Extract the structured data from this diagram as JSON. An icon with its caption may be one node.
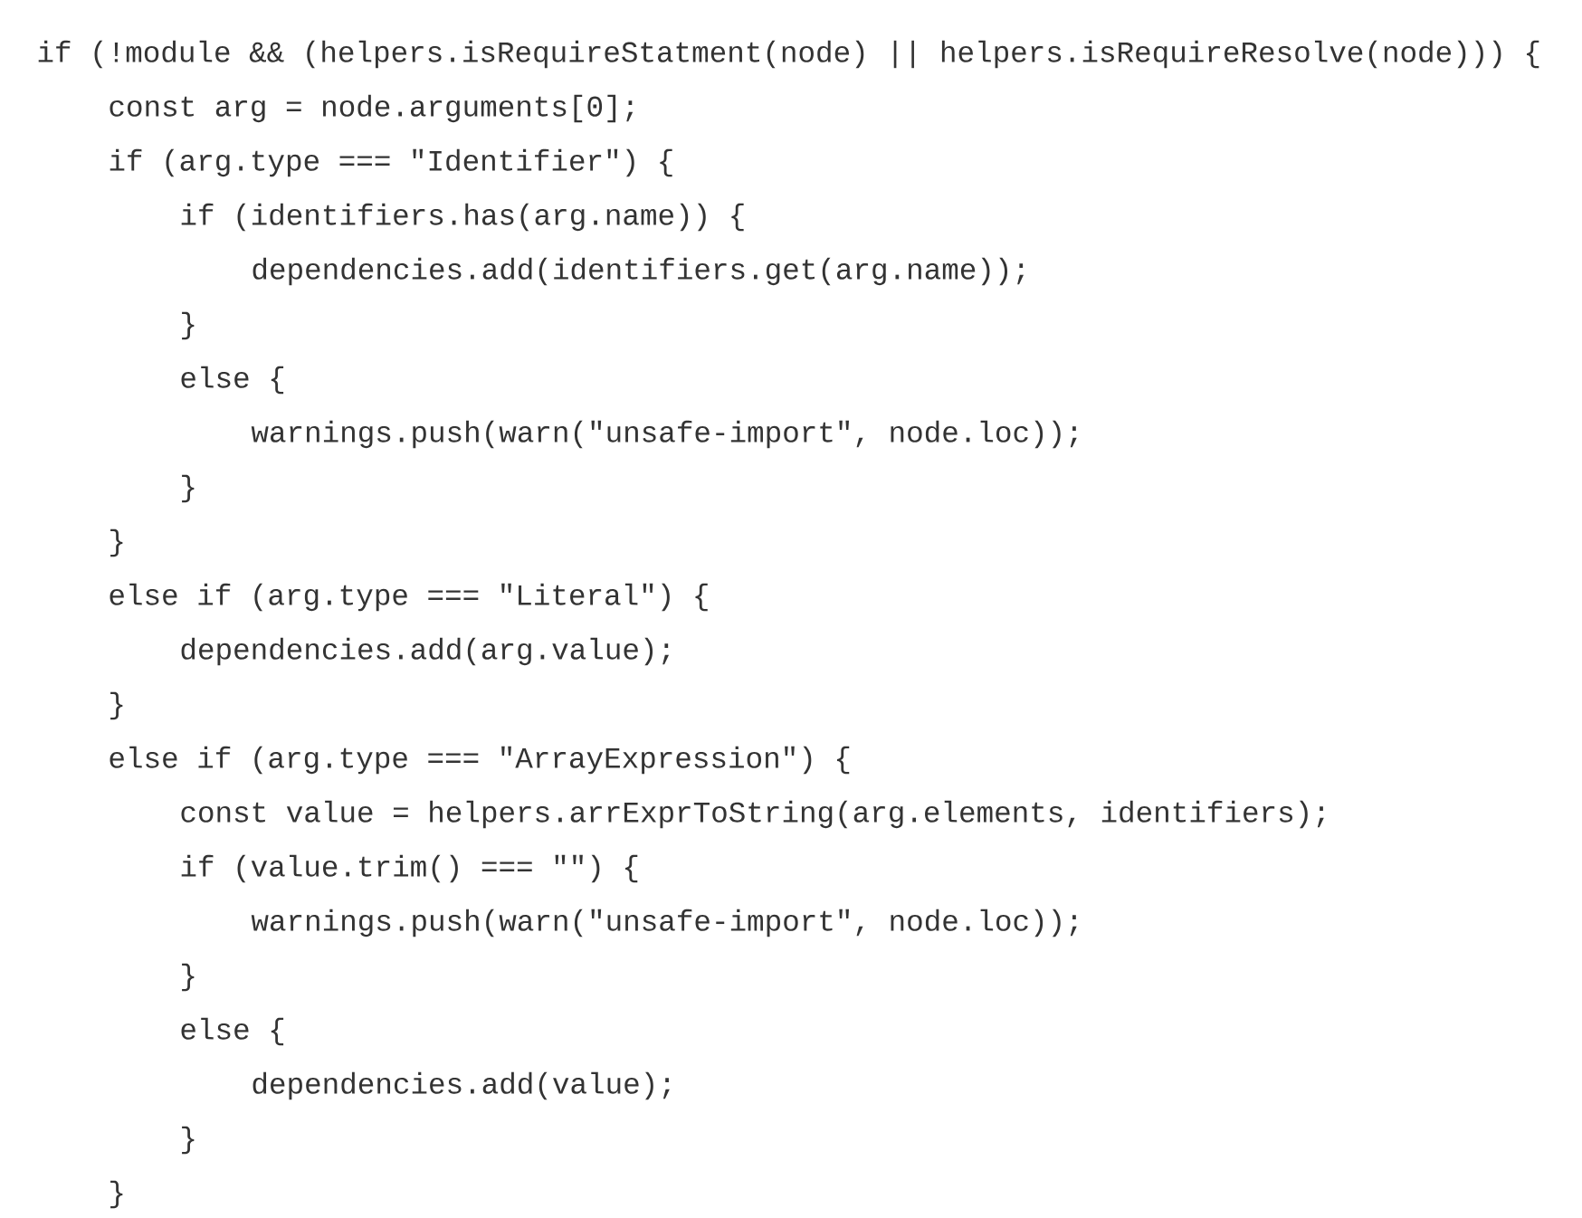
{
  "diagram": {
    "labels": [
      "if (!module && (helpers.isRequireStatment(node) || helpers.isRequireResolve(node))) {",
      "const arg = node.arguments[0];",
      "if (arg.type === \"Identifier\") {",
      "if (identifiers.has(arg.name)) {",
      "dependencies.add(identifiers.get(arg.name));",
      "}",
      "else {",
      "warnings.push(warn(\"unsafe-import\", node.loc));",
      "}",
      "}",
      "else if (arg.type === \"Literal\") {",
      "dependencies.add(arg.value);",
      "}",
      "else if (arg.type === \"ArrayExpression\") {",
      "const value = helpers.arrExprToString(arg.elements, identifiers);",
      "if (value.trim() === \"\") {",
      "warnings.push(warn(\"unsafe-import\", node.loc));",
      "}",
      "else {",
      "dependencies.add(value);",
      "}",
      "}"
    ]
  }
}
